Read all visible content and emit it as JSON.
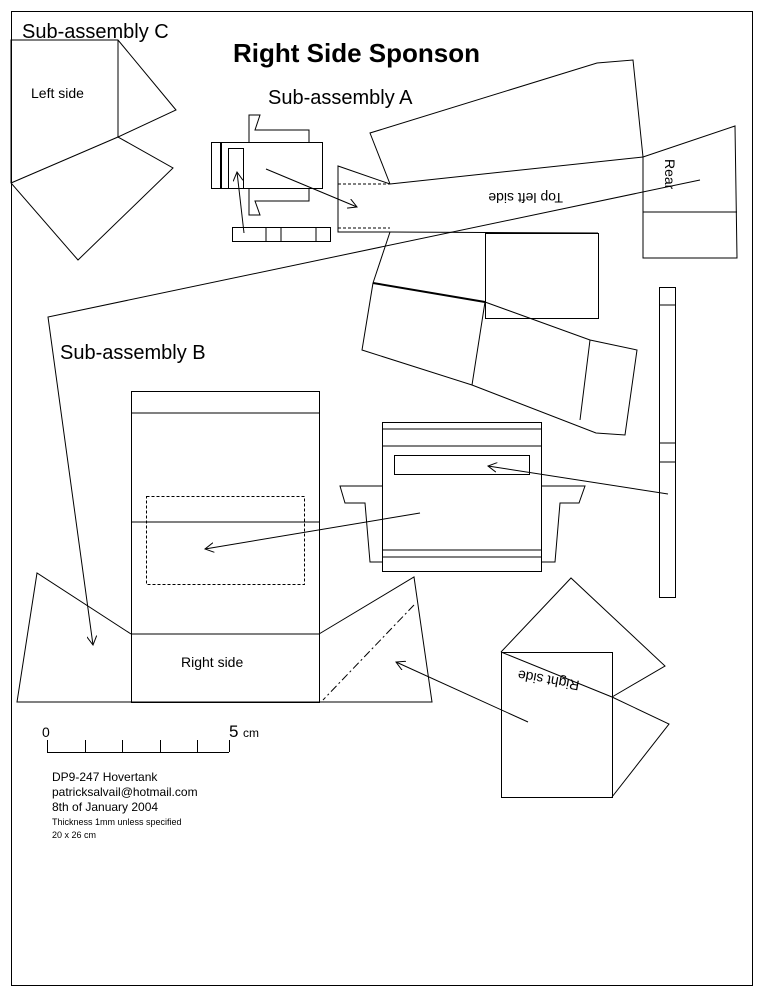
{
  "title": "Right Side Sponson",
  "subassemblies": {
    "a": "Sub-assembly A",
    "b": "Sub-assembly B",
    "c": "Sub-assembly C"
  },
  "part_labels": {
    "left_side": "Left side",
    "top_left_side": "Top left side",
    "rear": "Rear",
    "right_side_b": "Right side",
    "right_side_c": "Right side"
  },
  "scale": {
    "start": "0",
    "end": "5",
    "unit": "cm"
  },
  "info": {
    "model": "DP9-247 Hovertank",
    "email": "patricksalvail@hotmail.com",
    "date": "8th of January 2004",
    "thickness": "Thickness 1mm unless specified",
    "size": "20 x 26 cm"
  }
}
